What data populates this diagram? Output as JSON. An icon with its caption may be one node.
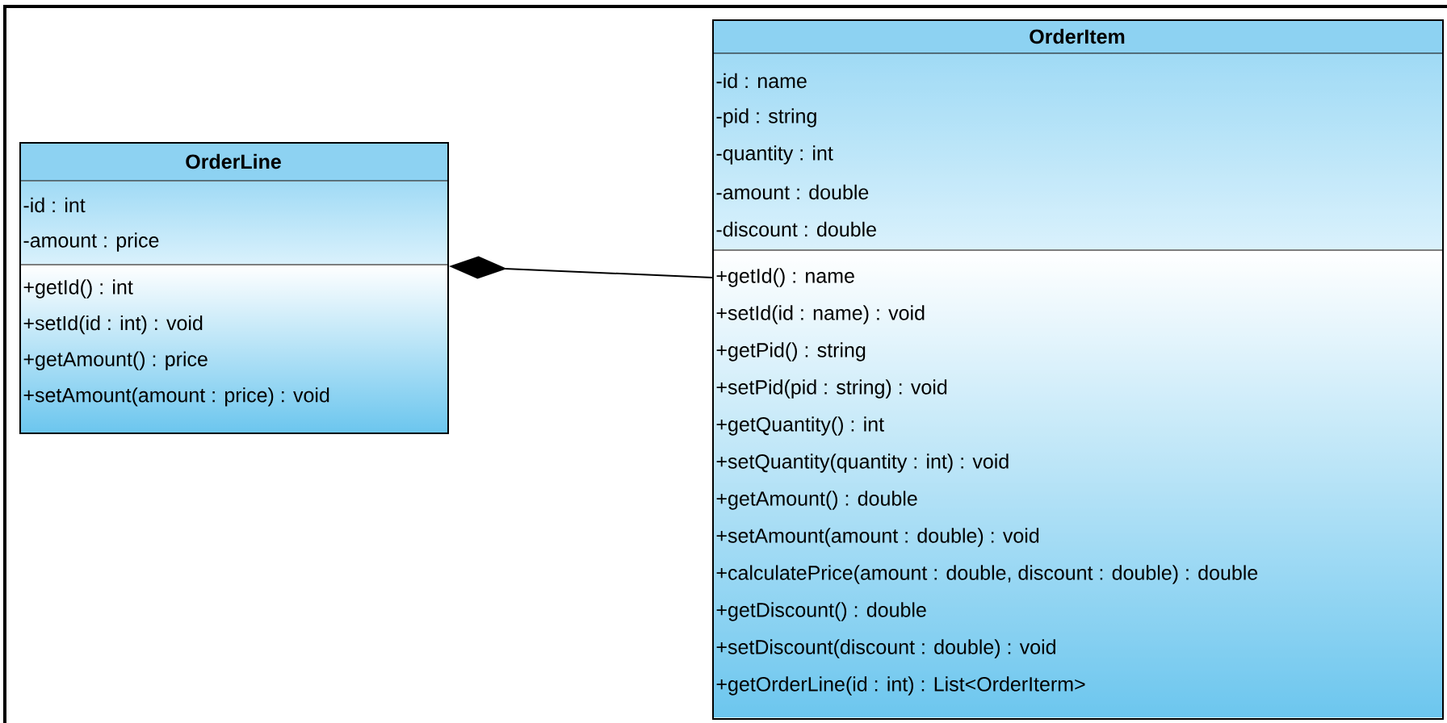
{
  "diagram": {
    "nodes": [
      {
        "text": [
          "OrderLine",
          "-id : int",
          "-amount : price",
          "+getId() : int",
          "+setId(id : int) : void",
          "+getAmount() : price",
          "+setAmount(amount : price) : void"
        ]
      },
      {
        "text": [
          "OrderItem",
          "-id : name",
          "-pid : string",
          "-quantity : int",
          "-amount : double",
          "-discount : double",
          "+getId() : name",
          "+setId(id : name) : void",
          "+getPid() : string",
          "+setPid(pid : string) : void",
          "+getQuantity() : int",
          "+setQuantity(quantity : int) : void",
          "+getAmount() : double",
          "+setAmount(amount : double) : void",
          "+calculatePrice(amount : double, discount : double) : double",
          "+getDiscount() : double",
          "+setDiscount(discount : double) : void",
          "+getOrderLine(id : int) : List<OrderIterm>"
        ]
      }
    ],
    "edges": [
      {
        "from": 0,
        "to": 1,
        "arrow": "other"
      }
    ]
  }
}
